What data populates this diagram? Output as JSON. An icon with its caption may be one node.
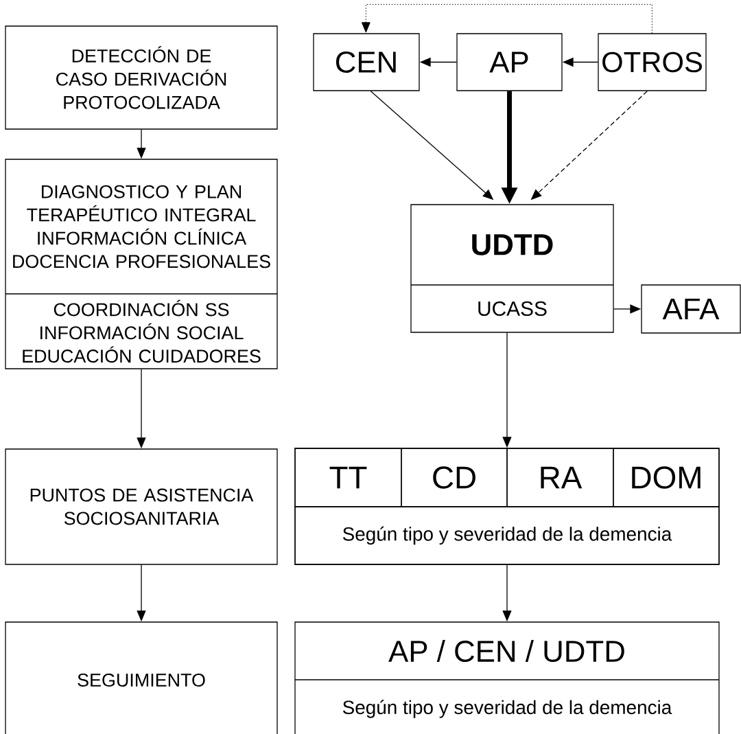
{
  "diagram": {
    "nodes": [
      {
        "text": [
          "DETECCIÓN DE CASO DERIVACIÓN PROTOCOLIZADA"
        ]
      },
      {
        "text": [
          "DIAGNOSTICO Y PLAN TERAPÉUTICO INTEGRAL INFORMACIÓN CLÍNICA DOCENCIA PROFESIONALES",
          "COORDINACIÓN SS INFORMACIÓN SOCIAL EDUCACIÓN CUIDADORES"
        ]
      },
      {
        "text": [
          "PUNTOS DE ASISTENCIA SOCIOSANITARIA"
        ]
      },
      {
        "text": [
          "SEGUIMIENTO"
        ]
      },
      {
        "text": [
          "CEN"
        ]
      },
      {
        "text": [
          "AP"
        ]
      },
      {
        "text": [
          "OTROS"
        ]
      },
      {
        "text": [
          "UDTD",
          "UCASS"
        ]
      },
      {
        "text": [
          "AFA"
        ]
      },
      {
        "text": [],
        "shape": "box"
      },
      {
        "text": [
          "TT"
        ],
        "in": 9
      },
      {
        "text": [
          "CD"
        ],
        "in": 9
      },
      {
        "text": [
          "RA"
        ],
        "in": 9
      },
      {
        "text": [
          "DOM"
        ],
        "in": 9
      },
      {
        "text": [
          "Según tipo y severidad de la demencia"
        ],
        "in": 9
      },
      {
        "text": [
          "AP / CEN / UDTD",
          "Según tipo y severidad de la demencia"
        ]
      }
    ],
    "edges": [
      {
        "from": 0,
        "to": 1,
        "arrow": "to"
      },
      {
        "from": 1,
        "to": 2,
        "arrow": "to"
      },
      {
        "from": 2,
        "to": 3,
        "arrow": "to"
      },
      {
        "from": 5,
        "to": 4,
        "arrow": "to"
      },
      {
        "from": 6,
        "to": 5,
        "arrow": "to"
      },
      {
        "from": 6,
        "to": 4,
        "arrow": "to",
        "style": "dashed"
      },
      {
        "from": 4,
        "to": 7,
        "arrow": "to"
      },
      {
        "from": 5,
        "to": 7,
        "arrow": "to",
        "style": "thick"
      },
      {
        "from": 6,
        "to": 7,
        "arrow": "to",
        "style": "dashed"
      },
      {
        "from": 7,
        "to": 8,
        "arrow": "to"
      },
      {
        "from": 7,
        "to": 9,
        "arrow": "to"
      },
      {
        "from": 9,
        "to": 15,
        "arrow": "to"
      }
    ]
  }
}
